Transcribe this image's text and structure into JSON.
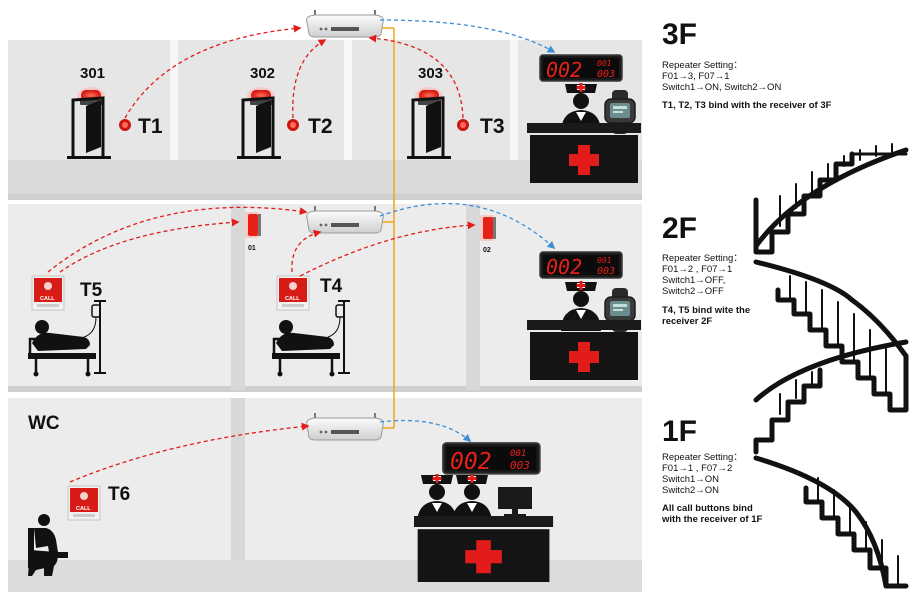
{
  "floors": {
    "f3": {
      "title": "3F",
      "setting_heading": "Repeater Setting：",
      "setting_lines": [
        "F01→3, F07→1",
        "Switch1→ON, Switch2→ON"
      ],
      "bind_lines": [
        "T1, T2, T3 bind with the receiver of 3F"
      ],
      "rooms": [
        "301",
        "302",
        "303"
      ],
      "transmitters": [
        "T1",
        "T2",
        "T3"
      ]
    },
    "f2": {
      "title": "2F",
      "setting_heading": "Repeater Setting：",
      "setting_lines": [
        "F01→2 , F07→1",
        "Switch1→OFF,",
        "Switch2→OFF"
      ],
      "bind_lines": [
        "T4, T5 bind wite the",
        "receiver 2F"
      ],
      "transmitters": [
        "T5",
        "T4"
      ],
      "lamps": [
        "01",
        "02"
      ],
      "button_label": "CALL"
    },
    "f1": {
      "title": "1F",
      "setting_heading": "Repeater Setting：",
      "setting_lines": [
        "F01→1 , F07→2",
        "Switch1→ON",
        "Switch2→ON"
      ],
      "bind_lines": [
        "All call buttons bind",
        "with the receiver of 1F"
      ],
      "room": "WC",
      "transmitters": [
        "T6"
      ],
      "button_label": "CALL"
    }
  },
  "display": {
    "main": "002",
    "small_top": "001",
    "small_bottom": "003"
  },
  "colors": {
    "signal_in": "#e21b1b",
    "signal_out": "#3a8fd8",
    "wire": "#f2a515",
    "led": "#e8201a",
    "floor_bg": "#e6e6e6",
    "counter": "#141414"
  }
}
